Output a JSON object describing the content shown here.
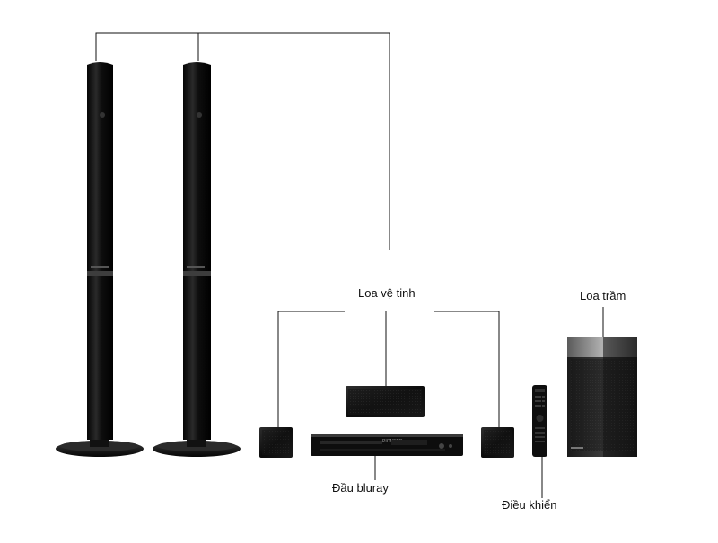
{
  "labels": {
    "satellite_speakers": "Loa vệ tinh",
    "subwoofer": "Loa trầm",
    "bluray_player": "Đầu bluray",
    "remote_control": "Điều khiển"
  },
  "bluray_player_brand": "PIONEER",
  "colors": {
    "line": "#111111",
    "device_body": "#0c0c0c",
    "device_highlight": "#3a3a3a",
    "background": "#ffffff"
  }
}
